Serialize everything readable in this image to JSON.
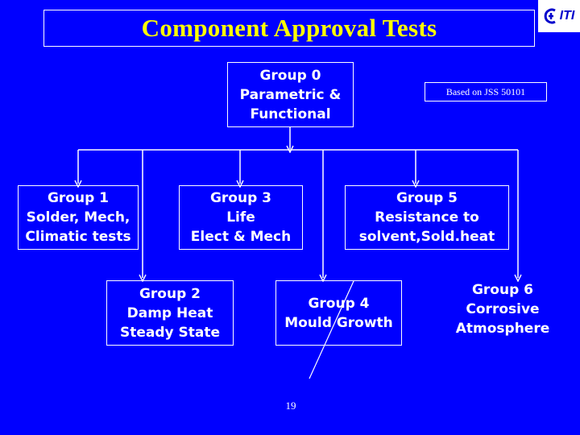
{
  "slide": {
    "title": "Component Approval Tests",
    "logo_text": "ITI",
    "note": "Based on JSS 50101",
    "page_number": "19"
  },
  "groups": [
    {
      "id": "group-0",
      "lines": [
        "Group 0",
        "Parametric &",
        "Functional"
      ]
    },
    {
      "id": "group-1",
      "lines": [
        "Group 1",
        "Solder, Mech,",
        "Climatic tests"
      ]
    },
    {
      "id": "group-2",
      "lines": [
        "Group 2",
        "Damp Heat",
        "Steady State"
      ]
    },
    {
      "id": "group-3",
      "lines": [
        "Group 3",
        "Life",
        "Elect & Mech"
      ]
    },
    {
      "id": "group-4",
      "lines": [
        "Group 4",
        "Mould Growth"
      ]
    },
    {
      "id": "group-5",
      "lines": [
        "Group 5",
        "Resistance to",
        "solvent,Sold.heat"
      ]
    },
    {
      "id": "group-6",
      "lines": [
        "Group 6",
        "Corrosive",
        "Atmosphere"
      ]
    }
  ],
  "colors": {
    "background": "#0000ff",
    "title": "#ffff00",
    "text": "#ffffff",
    "lines": "#ffffff"
  }
}
